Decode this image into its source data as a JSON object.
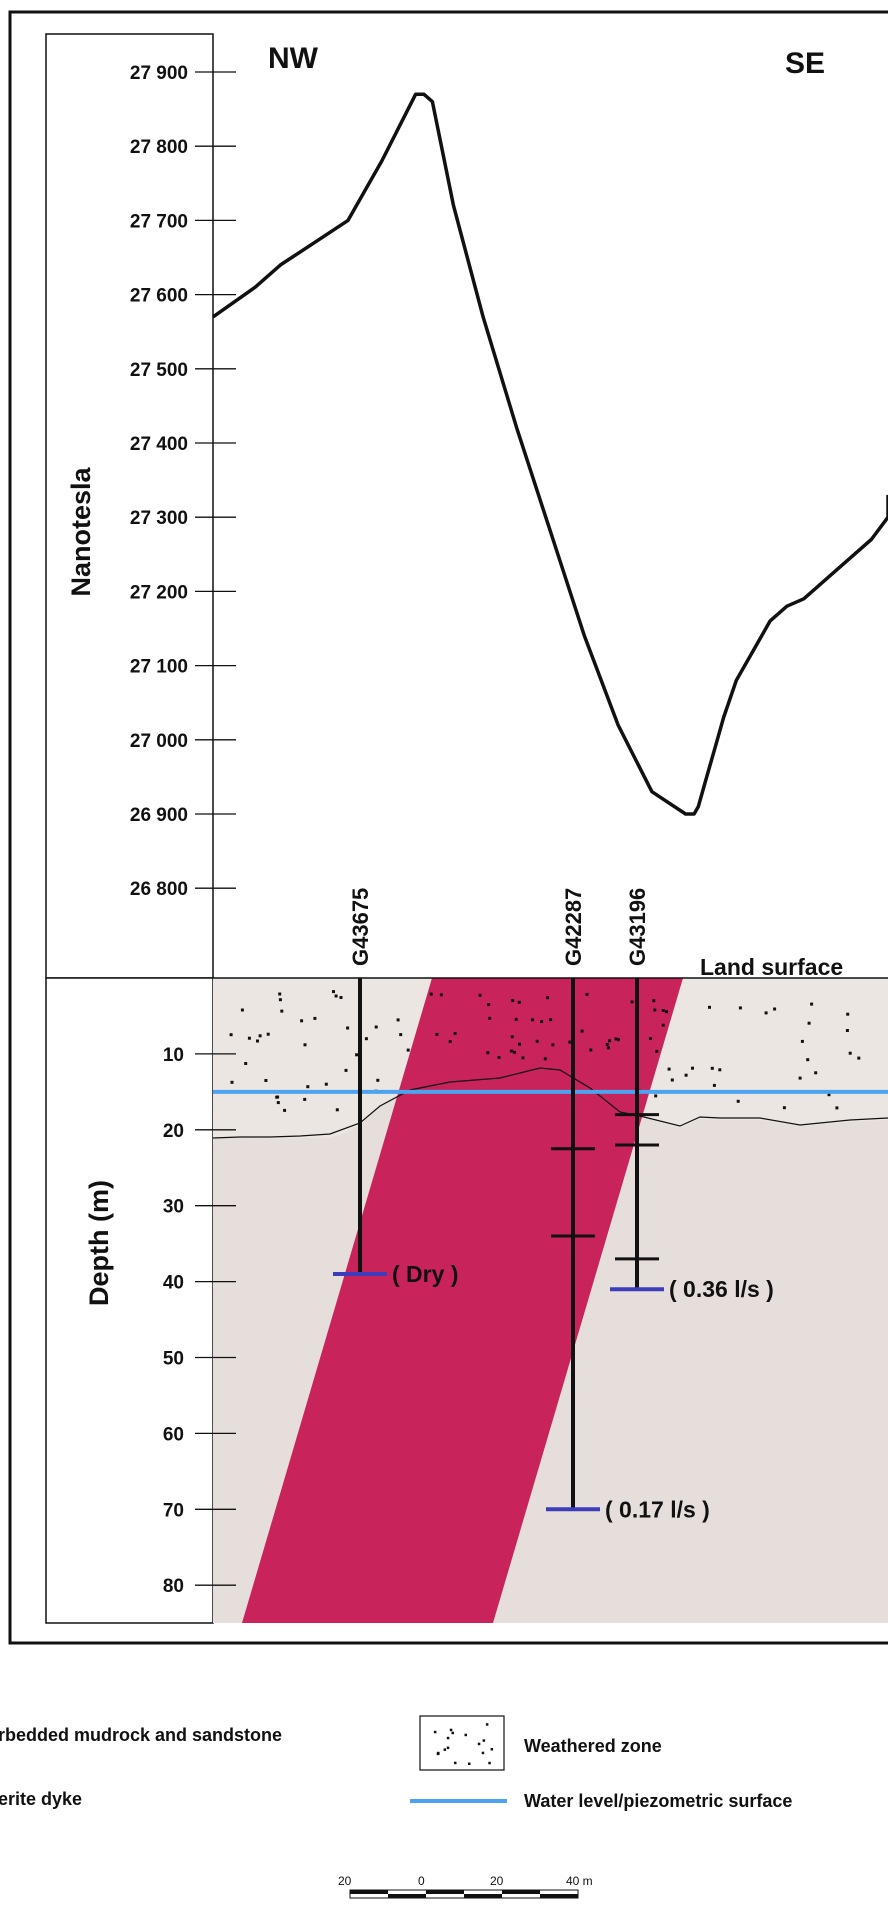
{
  "directions": {
    "left": "NW",
    "right": "SE"
  },
  "magnetic_profile": {
    "axis_title": "Nanotesla",
    "ticks": [
      "27 900",
      "27 800",
      "27 700",
      "27 600",
      "27 500",
      "27 400",
      "27 300",
      "27 200",
      "27 100",
      "27 000",
      "26 900",
      "26 800"
    ],
    "tick_values": [
      27900,
      27800,
      27700,
      27600,
      27500,
      27400,
      27300,
      27200,
      27100,
      27000,
      26900,
      26800
    ],
    "curve_x_m": [
      0,
      10,
      16,
      24,
      32,
      40,
      48,
      50,
      52,
      57,
      64,
      72,
      80,
      88,
      96,
      104,
      112,
      114,
      115,
      117,
      119,
      121,
      124,
      128,
      132,
      136,
      140,
      148,
      156,
      160,
      162
    ],
    "curve_nT": [
      27570,
      27610,
      27640,
      27670,
      27700,
      27780,
      27870,
      27870,
      27860,
      27720,
      27570,
      27420,
      27280,
      27140,
      27020,
      26930,
      26900,
      26900,
      26910,
      26950,
      26990,
      27030,
      27080,
      27120,
      27160,
      27180,
      27190,
      27230,
      27270,
      27300,
      27330
    ]
  },
  "depth_section": {
    "axis_title": "Depth (m)",
    "ticks": [
      "10",
      "20",
      "30",
      "40",
      "50",
      "60",
      "70",
      "80"
    ],
    "tick_values": [
      10,
      20,
      30,
      40,
      50,
      60,
      70,
      80
    ],
    "land_surface_label": "Land surface",
    "water_level_depth_m": 15
  },
  "boreholes": [
    {
      "id": "G43675",
      "depth_m": 39,
      "yield_label": "( Dry )",
      "strikes_m": []
    },
    {
      "id": "G42287",
      "depth_m": 70,
      "yield_label": "( 0.17 l/s )",
      "strikes_m": [
        22.5,
        34
      ]
    },
    {
      "id": "G43196",
      "depth_m": 41,
      "yield_label": "( 0.36 l/s )",
      "strikes_m": [
        18,
        22,
        37
      ]
    }
  ],
  "legend": [
    {
      "label": "rbedded mudrock and sandstone",
      "swatch": "none"
    },
    {
      "label": "Weathered zone",
      "swatch": "dots"
    },
    {
      "label": "erite dyke",
      "swatch": "none"
    },
    {
      "label": "Water level/piezometric surface",
      "swatch": "blue-line"
    }
  ],
  "scale_bar": {
    "labels": [
      "20",
      "0",
      "20",
      "40 m"
    ]
  },
  "colors": {
    "dyke": "#c8235a",
    "host_rock": "#e5dedb",
    "water_level": "#4da3f0",
    "yield_marker": "#3d3dbb",
    "curve": "#111111"
  }
}
